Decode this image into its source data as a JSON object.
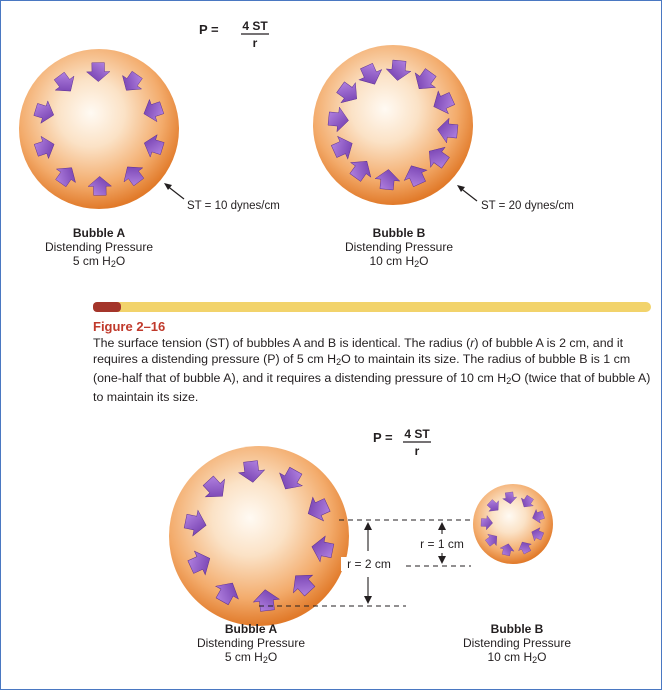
{
  "formula": {
    "left": "P =",
    "numerator": "4 ST",
    "denominator": "r"
  },
  "top_panel": {
    "bubble_a": {
      "title": "Bubble A",
      "line1": "Distending Pressure",
      "pressure_value": "5 cm H",
      "pressure_sub": "2",
      "pressure_tail": "O",
      "st_label": "ST = 10 dynes/cm"
    },
    "bubble_b": {
      "title": "Bubble B",
      "line1": "Distending Pressure",
      "pressure_value": "10 cm H",
      "pressure_sub": "2",
      "pressure_tail": "O",
      "st_label": "ST = 20 dynes/cm"
    }
  },
  "caption": {
    "title": "Figure 2–16",
    "seg1": "The surface tension (ST) of bubbles A and B is identical. The radius (",
    "r_italic": "r",
    "seg2": ") of bubble A is 2 cm, and it requires a distending pressure (P) of 5 cm H",
    "sub1": "2",
    "seg3": "O to maintain its size. The radius of bubble B is 1 cm (one-half that of bubble A), and it requires a distending pressure of 10 cm H",
    "sub2": "2",
    "seg4": "O (twice that of bubble A) to maintain its size."
  },
  "bottom_panel": {
    "r_a_label": "r = 2 cm",
    "r_b_label": "r = 1 cm",
    "bubble_a": {
      "title": "Bubble A",
      "line1": "Distending Pressure",
      "pressure_value": "5 cm H",
      "pressure_sub": "2",
      "pressure_tail": "O"
    },
    "bubble_b": {
      "title": "Bubble B",
      "line1": "Distending Pressure",
      "pressure_value": "10 cm H",
      "pressure_sub": "2",
      "pressure_tail": "O"
    }
  },
  "colors": {
    "bubble_core": "#fff7ee",
    "bubble_edge": "#e8822f",
    "arrow": "#8a53c4",
    "caption_title": "#c0392b",
    "bar_yellow": "#f2d36b",
    "bar_red": "#a4352a"
  }
}
